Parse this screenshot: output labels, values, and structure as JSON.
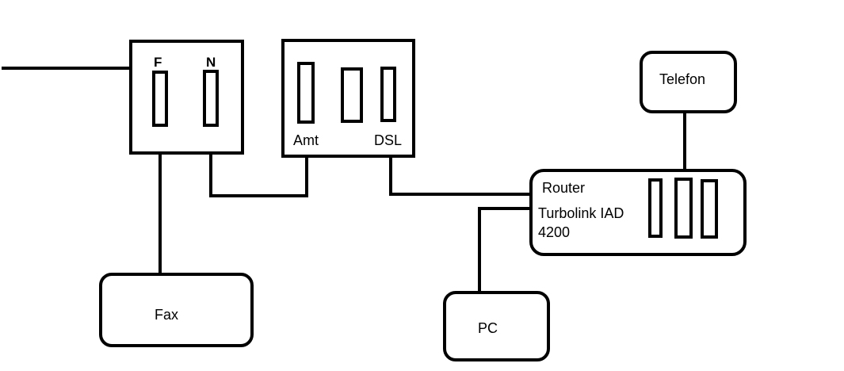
{
  "diagram": {
    "type": "network-wiring",
    "nodes": {
      "splitter": {
        "label_f": "F",
        "label_n": "N"
      },
      "ntba": {
        "label_amt": "Amt",
        "label_dsl": "DSL"
      },
      "router": {
        "line1": "Router",
        "line2": "Turbolink IAD",
        "line3": "4200"
      },
      "telefon": {
        "label": "Telefon"
      },
      "fax": {
        "label": "Fax"
      },
      "pc": {
        "label": "PC"
      }
    },
    "connections": [
      {
        "from": "incoming-line",
        "to": "splitter"
      },
      {
        "from": "splitter.F",
        "to": "fax"
      },
      {
        "from": "splitter.N",
        "to": "ntba.Amt"
      },
      {
        "from": "ntba.DSL",
        "to": "router"
      },
      {
        "from": "router",
        "to": "pc"
      },
      {
        "from": "router.port2",
        "to": "telefon"
      }
    ]
  }
}
